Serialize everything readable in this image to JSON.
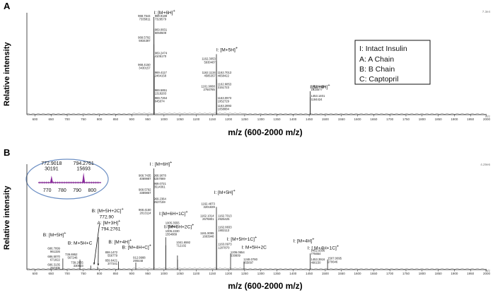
{
  "chart_data": [
    {
      "panel": "A",
      "type": "line",
      "ylabel": "Relative intensity",
      "xlabel": "m/z (600-2000 m/z)",
      "x_ticks": [
        600,
        650,
        700,
        750,
        800,
        850,
        900,
        950,
        1000,
        1050,
        1100,
        1150,
        1200,
        1250,
        1300,
        1350,
        1400,
        1450,
        1500,
        1550,
        1600,
        1650,
        1700,
        1750,
        1800,
        1850,
        1900,
        1950,
        2000
      ],
      "xlim": [
        575,
        2000
      ],
      "ylim": [
        0,
        100
      ],
      "intensity_label": "7.3e4",
      "unit_label": "m/z",
      "peaks": [
        {
          "mz": 968.7,
          "rel": 100
        },
        {
          "mz": 969.0,
          "rel": 88
        },
        {
          "mz": 968.8,
          "rel": 72
        },
        {
          "mz": 969.2,
          "rel": 60
        },
        {
          "mz": 969.5,
          "rel": 40
        },
        {
          "mz": 1162.5,
          "rel": 62
        },
        {
          "mz": 1162.7,
          "rel": 55
        },
        {
          "mz": 1163.1,
          "rel": 36
        },
        {
          "mz": 1453.0,
          "rel": 24
        },
        {
          "mz": 1453.3,
          "rel": 18
        }
      ],
      "ion_labels": [
        {
          "text": "I: [M+6H]",
          "sup": "+",
          "mz": 968.7,
          "level": 100
        },
        {
          "text": "I: [M+5H]",
          "sup": "+",
          "mz": 1162.4,
          "level": 62
        },
        {
          "text": "I:[M+4H]",
          "sup": "+",
          "mz": 1452.5,
          "level": 24
        }
      ],
      "peak_labels": [
        {
          "mz": 960,
          "level": 100,
          "side": "left",
          "lines": [
            "968.7544",
            "7335811"
          ]
        },
        {
          "mz": 969,
          "level": 100,
          "side": "right",
          "lines": [
            "968.9188",
            "7329579"
          ]
        },
        {
          "mz": 969,
          "level": 86,
          "side": "right",
          "lines": [
            "969.0831",
            "6050509"
          ]
        },
        {
          "mz": 960,
          "level": 78,
          "side": "left",
          "lines": [
            "968.5792",
            "5934387"
          ]
        },
        {
          "mz": 969,
          "level": 62,
          "side": "right",
          "lines": [
            "969.2474",
            "4105170"
          ]
        },
        {
          "mz": 960,
          "level": 50,
          "side": "left",
          "lines": [
            "968.4150",
            "3430157"
          ]
        },
        {
          "mz": 969,
          "level": 42,
          "side": "right",
          "lines": [
            "969.4117",
            "2464158"
          ]
        },
        {
          "mz": 969,
          "level": 24,
          "side": "right",
          "lines": [
            "969.5851",
            "1318283"
          ]
        },
        {
          "mz": 969,
          "level": 16,
          "side": "right",
          "lines": [
            "969.7264",
            "645074"
          ]
        },
        {
          "mz": 1162,
          "level": 56,
          "side": "left",
          "lines": [
            "1162.3053",
            "5930487"
          ]
        },
        {
          "mz": 1162,
          "level": 42,
          "side": "left",
          "lines": [
            "1162.1134",
            "4585357"
          ]
        },
        {
          "mz": 1164,
          "level": 42,
          "side": "right",
          "lines": [
            "1162.7013",
            "4658422"
          ]
        },
        {
          "mz": 1164,
          "level": 30,
          "side": "right",
          "lines": [
            "1162.8853",
            "3151723"
          ]
        },
        {
          "mz": 1160,
          "level": 28,
          "side": "left",
          "lines": [
            "1161.9088",
            "2750785"
          ]
        },
        {
          "mz": 1164,
          "level": 16,
          "side": "right",
          "lines": [
            "1163.0973",
            "1952729"
          ]
        },
        {
          "mz": 1164,
          "level": 8,
          "side": "right",
          "lines": [
            "1163.2893",
            "1058884"
          ]
        },
        {
          "mz": 1453,
          "level": 28,
          "side": "right",
          "lines": [
            "1452.5438",
            "1815577"
          ]
        },
        {
          "mz": 1453,
          "level": 18,
          "side": "right",
          "lines": [
            "1453.1401",
            "1184424"
          ]
        }
      ]
    },
    {
      "panel": "B",
      "type": "line",
      "ylabel": "Relative intensity",
      "xlabel": "m/z (600-2000 m/z)",
      "x_ticks": [
        600,
        650,
        700,
        750,
        800,
        850,
        900,
        950,
        1000,
        1050,
        1100,
        1150,
        1200,
        1250,
        1300,
        1350,
        1400,
        1450,
        1500,
        1550,
        1600,
        1650,
        1700,
        1750,
        1800,
        1850,
        1900,
        1950,
        2000
      ],
      "xlim": [
        575,
        2000
      ],
      "ylim": [
        0,
        100
      ],
      "intensity_label": "4.29e6",
      "unit_label": "m/z",
      "peaks": [
        {
          "mz": 968.7,
          "rel": 100
        },
        {
          "mz": 969.0,
          "rel": 92
        },
        {
          "mz": 968.9,
          "rel": 68
        },
        {
          "mz": 1162.5,
          "rel": 62
        },
        {
          "mz": 1162.8,
          "rel": 50
        },
        {
          "mz": 1163.0,
          "rel": 30
        },
        {
          "mz": 1005.3,
          "rel": 32
        },
        {
          "mz": 1005.6,
          "rel": 24
        },
        {
          "mz": 1041.7,
          "rel": 14
        },
        {
          "mz": 1041.9,
          "rel": 10
        },
        {
          "mz": 1206.4,
          "rel": 16
        },
        {
          "mz": 1248.0,
          "rel": 8
        },
        {
          "mz": 1453.0,
          "rel": 16
        },
        {
          "mz": 1507.0,
          "rel": 10
        },
        {
          "mz": 686.5,
          "rel": 11
        },
        {
          "mz": 739.5,
          "rel": 10
        },
        {
          "mz": 772.9,
          "rel": 4
        },
        {
          "mz": 794.3,
          "rel": 3
        },
        {
          "mz": 859.1,
          "rel": 8
        },
        {
          "mz": 912.6,
          "rel": 7
        }
      ],
      "ion_labels": [
        {
          "text": "I : [M+6H]",
          "sup": "+",
          "mz": 955,
          "level": 100
        },
        {
          "text": "I: [M+5H]",
          "sup": "+",
          "mz": 1155,
          "level": 72
        },
        {
          "text": "I:[M+6H+1C]",
          "sup": "+",
          "mz": 985,
          "level": 51
        },
        {
          "text": "I: [M+6H+2C]",
          "sup": "+",
          "mz": 1000,
          "level": 38
        },
        {
          "text": "I: [M+5H+1C]",
          "sup": "+",
          "mz": 1195,
          "level": 26
        },
        {
          "text": "I: M+5H+2C",
          "sup": "",
          "mz": 1240,
          "level": 18
        },
        {
          "text": "I: [M+4H]",
          "sup": "+",
          "mz": 1400,
          "level": 24
        },
        {
          "text": "I: [ M+4H+1C]",
          "sup": "+",
          "mz": 1445,
          "level": 17
        },
        {
          "text": "B: [M+5H+2C]",
          "sup": "+",
          "mz": 776,
          "level": 54
        },
        {
          "text": "772.90",
          "sup": "",
          "mz": 800,
          "level": 48
        },
        {
          "text": "A: [M+3H]",
          "sup": "+",
          "mz": 793,
          "level": 42
        },
        {
          "text": "794.2761",
          "sup": "",
          "mz": 805,
          "level": 36
        },
        {
          "text": "B: [M+5H]",
          "sup": "+",
          "mz": 625,
          "level": 30
        },
        {
          "text": "B: M+5H+C",
          "sup": "",
          "mz": 702,
          "level": 22
        },
        {
          "text": "B: [M+4H]",
          "sup": "+",
          "mz": 828,
          "level": 23
        },
        {
          "text": "B: [M+4H+C]",
          "sup": "+",
          "mz": 870,
          "level": 18
        }
      ],
      "peak_labels": [
        {
          "mz": 962,
          "level": 92,
          "side": "left",
          "lines": [
            "968.7435",
            "4089987"
          ]
        },
        {
          "mz": 966,
          "level": 92,
          "side": "right",
          "lines": [
            "968.9078",
            "4257869"
          ]
        },
        {
          "mz": 966,
          "level": 84,
          "side": "right",
          "lines": [
            "969.0721",
            "3514361"
          ]
        },
        {
          "mz": 962,
          "level": 78,
          "side": "left",
          "lines": [
            "968.5792",
            "3389857"
          ]
        },
        {
          "mz": 966,
          "level": 69,
          "side": "right",
          "lines": [
            "969.2364",
            "2537159"
          ]
        },
        {
          "mz": 962,
          "level": 58,
          "side": "left",
          "lines": [
            "968.4150",
            "2013114"
          ]
        },
        {
          "mz": 1160,
          "level": 64,
          "side": "left",
          "lines": [
            "1162.4873",
            "3201839"
          ]
        },
        {
          "mz": 1157,
          "level": 52,
          "side": "left",
          "lines": [
            "1162.1014",
            "2576801"
          ]
        },
        {
          "mz": 1165,
          "level": 52,
          "side": "right",
          "lines": [
            "1162.7013",
            "2925425"
          ]
        },
        {
          "mz": 1165,
          "level": 41,
          "side": "right",
          "lines": [
            "1162.8833",
            "1902113"
          ]
        },
        {
          "mz": 1157,
          "level": 35,
          "side": "left",
          "lines": [
            "1161.9095",
            "1663948"
          ]
        },
        {
          "mz": 1165,
          "level": 24,
          "side": "right",
          "lines": [
            "1163.0973",
            "1207870"
          ]
        },
        {
          "mz": 1002,
          "level": 45,
          "side": "right",
          "lines": [
            "1005.3555",
            "1714401"
          ]
        },
        {
          "mz": 1002,
          "level": 37,
          "side": "right",
          "lines": [
            "1005.2230",
            "1554889"
          ]
        },
        {
          "mz": 1036,
          "level": 26,
          "side": "right",
          "lines": [
            "1041.6592",
            "712102"
          ]
        },
        {
          "mz": 1204,
          "level": 16,
          "side": "right",
          "lines": [
            "1206.0654",
            "630809"
          ]
        },
        {
          "mz": 1244,
          "level": 9,
          "side": "right",
          "lines": [
            "1248.0780",
            "355097"
          ]
        },
        {
          "mz": 1453,
          "level": 18,
          "side": "right",
          "lines": [
            "1452.9306",
            "775654"
          ]
        },
        {
          "mz": 1453,
          "level": 9,
          "side": "right",
          "lines": [
            "1453.3916",
            "466150"
          ]
        },
        {
          "mz": 1505,
          "level": 10,
          "side": "right",
          "lines": [
            "1507.0095",
            "270646"
          ]
        },
        {
          "mz": 858,
          "level": 16,
          "side": "left",
          "lines": [
            "859.1472",
            "556779"
          ]
        },
        {
          "mz": 858,
          "level": 8,
          "side": "left",
          "lines": [
            "859.6421",
            "377241"
          ]
        },
        {
          "mz": 902,
          "level": 11,
          "side": "right",
          "lines": [
            "912.9988",
            "290448"
          ]
        },
        {
          "mz": 680,
          "level": 20,
          "side": "left",
          "lines": [
            "686.7099",
            "961326"
          ]
        },
        {
          "mz": 680,
          "level": 12,
          "side": "left",
          "lines": [
            "686.5070",
            "671822"
          ]
        },
        {
          "mz": 680,
          "level": 4,
          "side": "left",
          "lines": [
            "686.3135",
            "297405"
          ]
        },
        {
          "mz": 734,
          "level": 14,
          "side": "left",
          "lines": [
            "739.6952",
            "567246"
          ]
        },
        {
          "mz": 752,
          "level": 6,
          "side": "left",
          "lines": [
            "739.2855",
            "330923"
          ]
        }
      ],
      "inset": {
        "x_ticks": [
          770,
          780,
          790,
          800
        ],
        "peaks": [
          {
            "mz": 772.9018,
            "rel": 45
          },
          {
            "mz": 794.2761,
            "rel": 65
          }
        ],
        "labels": [
          {
            "mz": 772.9018,
            "lines": [
              "772.9018",
              "30191"
            ]
          },
          {
            "mz": 794.2761,
            "lines": [
              "794.2761",
              "15693"
            ]
          }
        ]
      }
    }
  ],
  "legend": {
    "items": [
      "I: Intact Insulin",
      "A: A Chain",
      "B: B Chain",
      "C: Captopril"
    ]
  }
}
